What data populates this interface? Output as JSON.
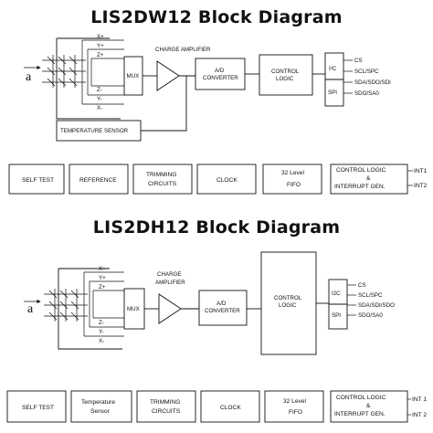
{
  "diagrams": [
    {
      "title": "LIS2DW12 Block Diagram",
      "axes": [
        "X+",
        "Y+",
        "Z+",
        "Z-",
        "Y-",
        "X-"
      ],
      "mux": "MUX",
      "amp_label": "CHARGE AMPLIFIER",
      "adc_line1": "A/D",
      "adc_line2": "CONVERTER",
      "logic_line1": "CONTROL",
      "logic_line2": "LOGIC",
      "i2c": "I²C",
      "spi": "SPI",
      "pins": [
        "CS",
        "SCL/SPC",
        "SDA/SDO/SDI",
        "SDO/SA0"
      ],
      "temp_sensor": "TEMPERATURE SENSOR",
      "accel_symbol": "a",
      "bottom": {
        "self_test": "SELF TEST",
        "reference": "REFERENCE",
        "trimming_1": "TRIMMING",
        "trimming_2": "CIRCUITS",
        "clock": "CLOCK",
        "fifo_1": "32 Level",
        "fifo_2": "FIFO",
        "ctrl_1": "CONTROL LOGIC",
        "ctrl_2": "&",
        "ctrl_3": "INTERRUPT GEN.",
        "int1": "INT1",
        "int2": "INT2"
      }
    },
    {
      "title": "LIS2DH12 Block Diagram",
      "axes": [
        "X+",
        "Y+",
        "Z+",
        "Z-",
        "Y-",
        "X-"
      ],
      "mux": "MUX",
      "amp_line1": "CHARGE",
      "amp_line2": "AMPLIFIER",
      "adc_line1": "A/D",
      "adc_line2": "CONVERTER",
      "logic_line1": "CONTROL",
      "logic_line2": "LOGIC",
      "i2c": "I2C",
      "spi": "SPI",
      "pins": [
        "CS",
        "SCL/SPC",
        "SDA/SDI/SDO",
        "SDO/SA0"
      ],
      "accel_symbol": "a",
      "bottom": {
        "self_test": "SELF TEST",
        "temp_1": "Temperature",
        "temp_2": "Sensor",
        "trimming_1": "TRIMMING",
        "trimming_2": "CIRCUITS",
        "clock": "CLOCK",
        "fifo_1": "32 Level",
        "fifo_2": "FIFO",
        "ctrl_1": "CONTROL LOGIC",
        "ctrl_2": "&",
        "ctrl_3": "INTERRUPT GEN.",
        "int1": "INT 1",
        "int2": "INT 2"
      }
    }
  ]
}
